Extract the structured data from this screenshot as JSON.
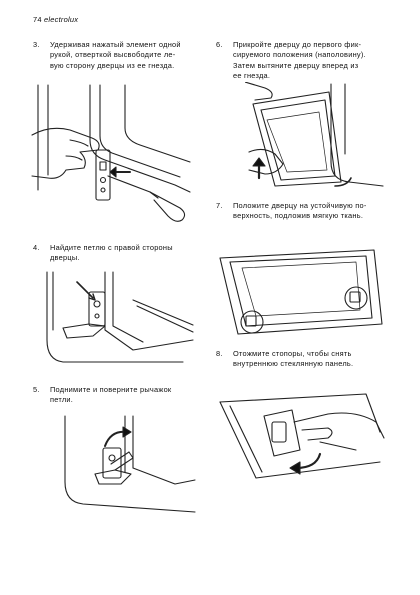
{
  "page": {
    "number": "74",
    "brand": "electrolux"
  },
  "steps": [
    {
      "num": "3.",
      "text": "Удерживая нажатый элемент одной\nрукой, отверткой высвободите ле-\nвую сторону дверцы из ее гнезда."
    },
    {
      "num": "4.",
      "text": "Найдите петлю с правой стороны\nдверцы."
    },
    {
      "num": "5.",
      "text": "Поднимите и поверните рычажок\nпетли."
    },
    {
      "num": "6.",
      "text": "Прикройте дверцу до первого фик-\nсируемого положения (наполовину).\nЗатем вытяните дверцу вперед из\nее гнезда."
    },
    {
      "num": "7.",
      "text": "Положите дверцу на устойчивую по-\nверхность, подложив мягкую ткань."
    },
    {
      "num": "8.",
      "text": "Отожмите стопоры, чтобы снять\nвнутреннюю стеклянную панель."
    }
  ]
}
